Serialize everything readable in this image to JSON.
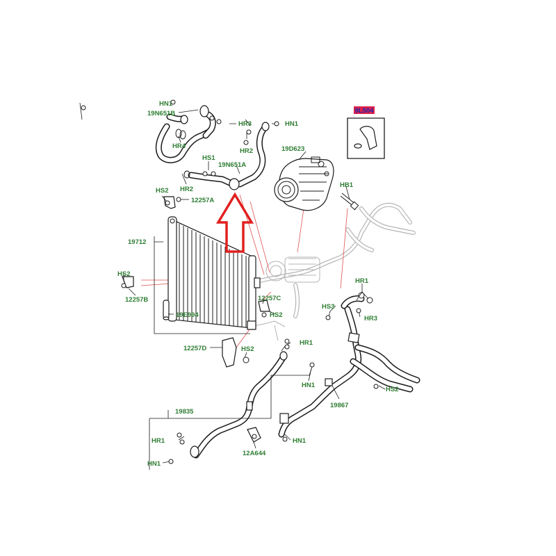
{
  "colors": {
    "label": "#2e7d32",
    "leader": "#1a1a1a",
    "highlight_arrow": "#e02020",
    "callout_fill": "#e0204a",
    "callout_text": "#1a2ab0",
    "ghost": "#b4b4b4",
    "background": "#ffffff"
  },
  "labels": {
    "hn1_top": "HN1",
    "p19n651b": "19N651B",
    "hr3_top": "HR3",
    "hn1_right": "HN1",
    "hr4": "HR4",
    "hr2_top": "HR2",
    "p19d623": "19D623",
    "hs1": "HS1",
    "p19n651a": "19N651A",
    "hr2_left": "HR2",
    "hs2_a": "HS2",
    "p12257a": "12257A",
    "hb1": "HB1",
    "p19712": "19712",
    "hs2_left": "HS2",
    "p12257b": "12257B",
    "p19e994": "19E994",
    "p12257c": "12257C",
    "hs2_c": "HS2",
    "hr1_right": "HR1",
    "hs3": "HS3",
    "hr3_right": "HR3",
    "hr1_mid": "HR1",
    "p12257d": "12257D",
    "hs2_d": "HS2",
    "hn1_mid": "HN1",
    "p19867": "19867",
    "hs2_right": "HS2",
    "p19835": "19835",
    "hr1_low": "HR1",
    "p12a644": "12A644",
    "hn1_low_right": "HN1",
    "hn1_low_left": "HN1"
  },
  "callout": {
    "label": "9L504"
  },
  "icons": {
    "highlight": "up-arrow-icon"
  }
}
